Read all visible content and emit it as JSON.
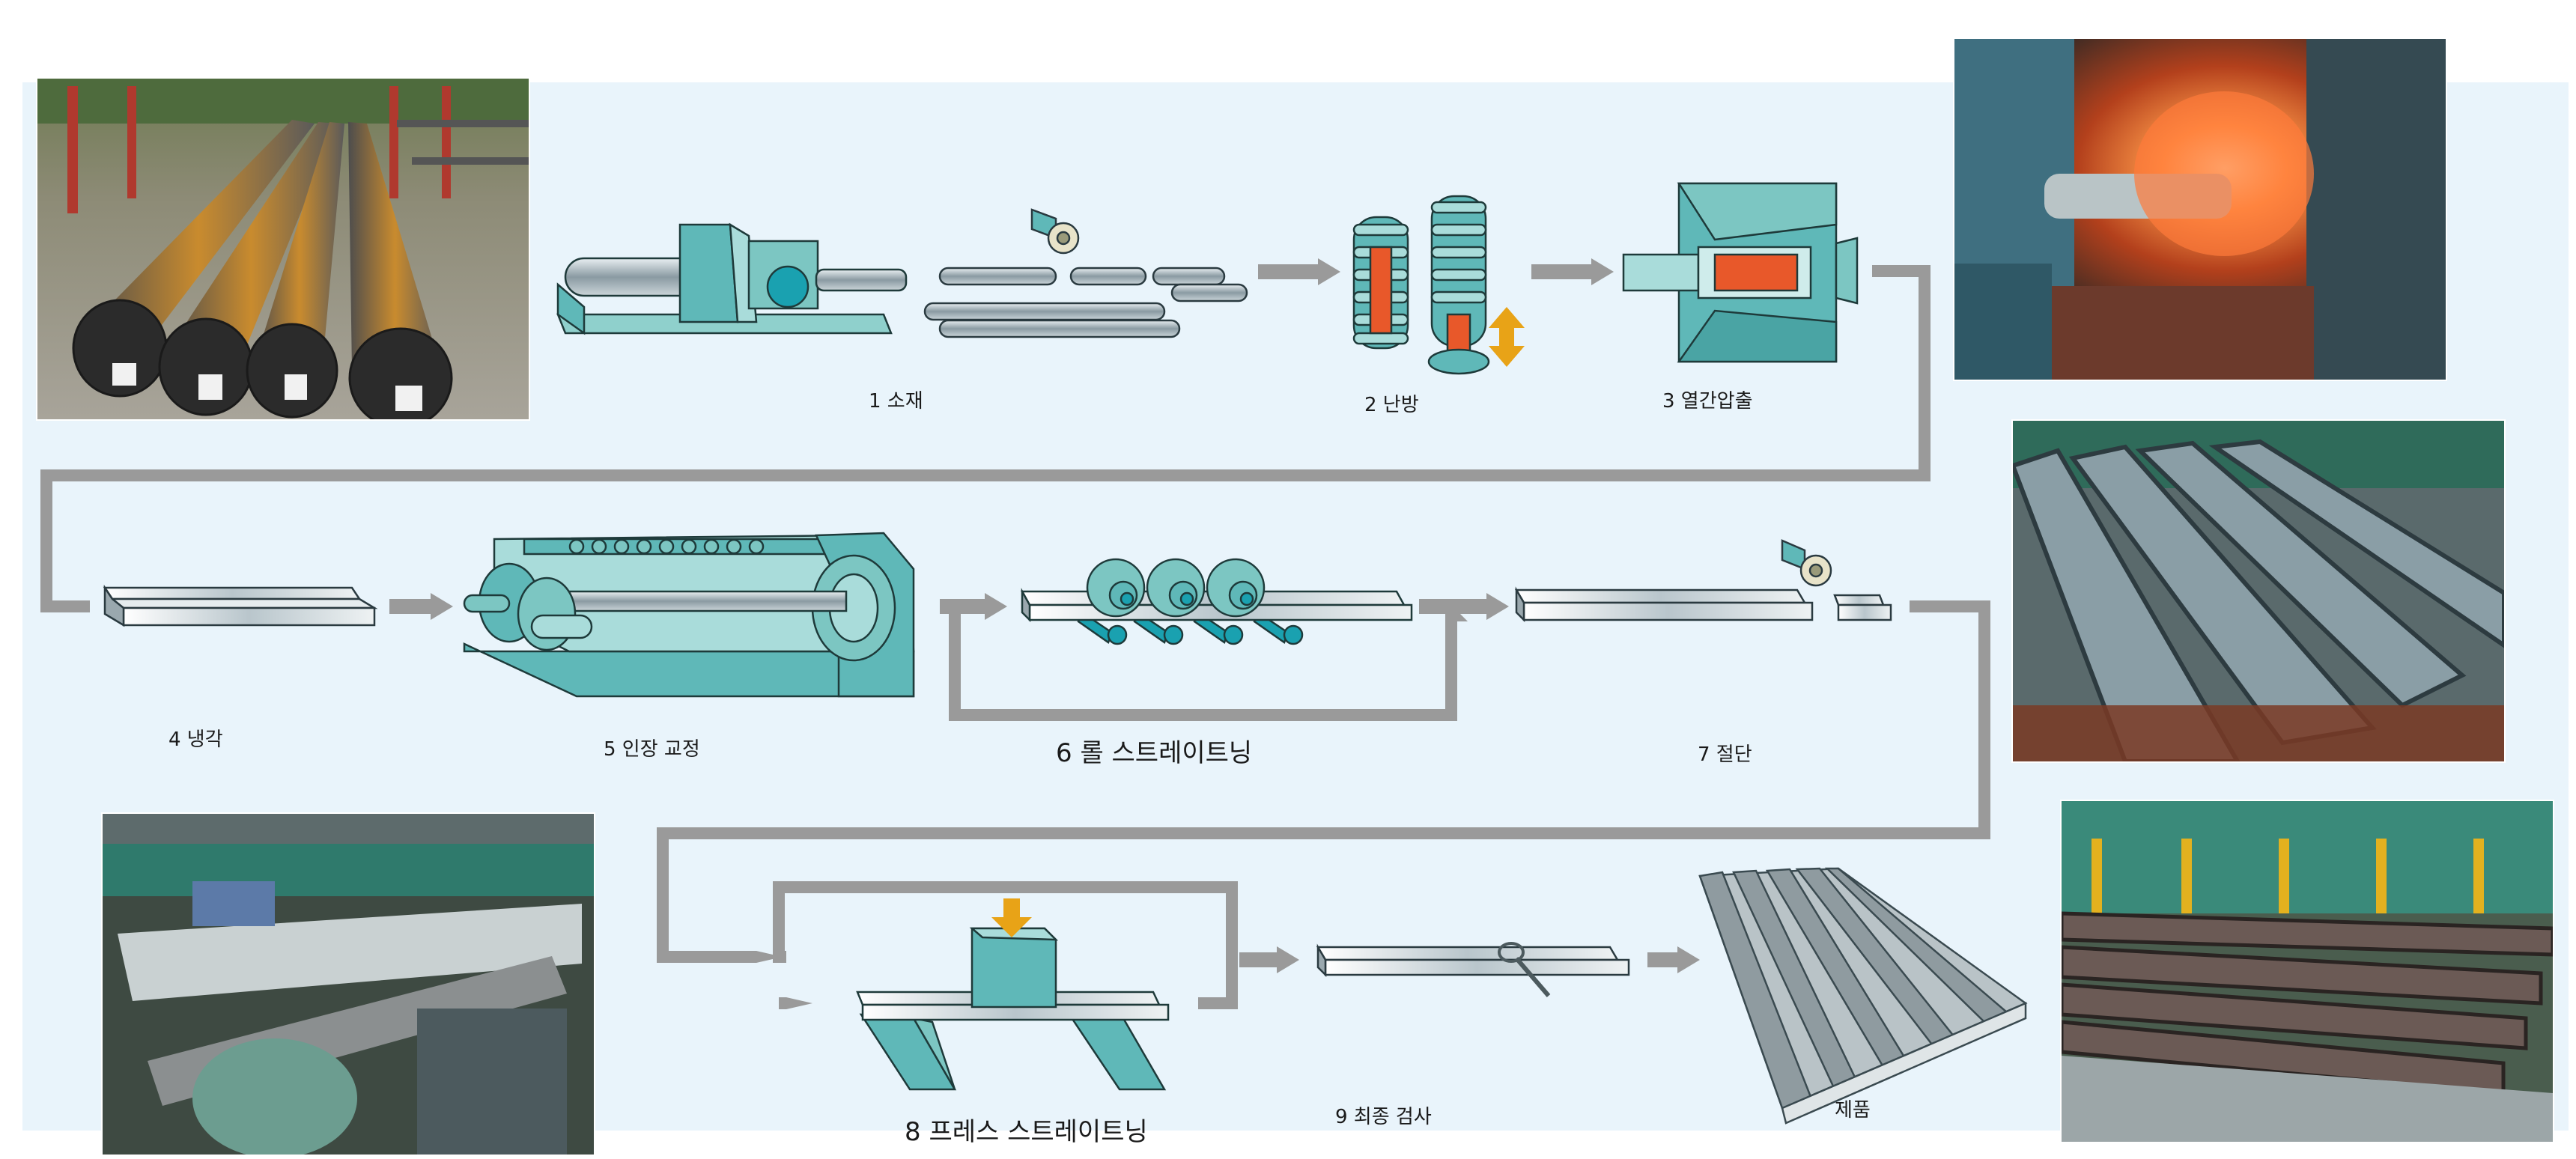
{
  "steps": {
    "s1": "1 소재",
    "s2": "2 난방",
    "s3": "3 열간압출",
    "s4": "4 냉각",
    "s5": "5 인장 교정",
    "s6": "6 롤 스트레이트닝",
    "s7": "7 절단",
    "s8": "8 프레스 스트레이트닝",
    "s9": "9 최종 검사",
    "product": "제품"
  },
  "colors": {
    "panel_background": "#e9f4fb",
    "flow_line": "#9a9a9a",
    "machine_teal": "#5fb8b8",
    "machine_light": "#a9dcda",
    "heated_billet": "#e8582a",
    "arrow_accent": "#e8a317"
  },
  "icons": {
    "photo_raw_bars": "steel-bars-photo",
    "photo_extrusion": "hot-extrusion-photo",
    "photo_cooling_rails": "rails-photo",
    "photo_straightening_machine": "straightening-machine-photo",
    "photo_products": "finished-rails-photo"
  }
}
